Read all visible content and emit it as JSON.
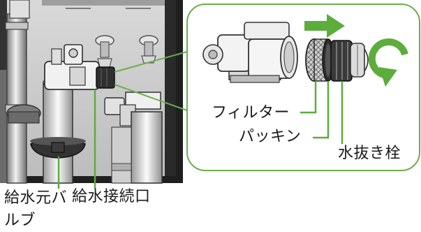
{
  "labels": {
    "filter": "フィルター",
    "packing": "パッキン",
    "drain_plug": "水抜き栓",
    "supply_valve": "給水元バルブ",
    "supply_connection": "給水接続口"
  },
  "colors": {
    "accent_green": "#5cad3c",
    "callout_border": "#6ab04c",
    "text": "#1a1a1a",
    "photo_shadow": "#2b2b2b",
    "photo_mid": "#8a8a8a",
    "photo_light": "#e9e9e9"
  },
  "icons": {
    "insert_arrow": "arrow-right-icon",
    "rotate_arrow": "counterclockwise-arrow-icon"
  }
}
